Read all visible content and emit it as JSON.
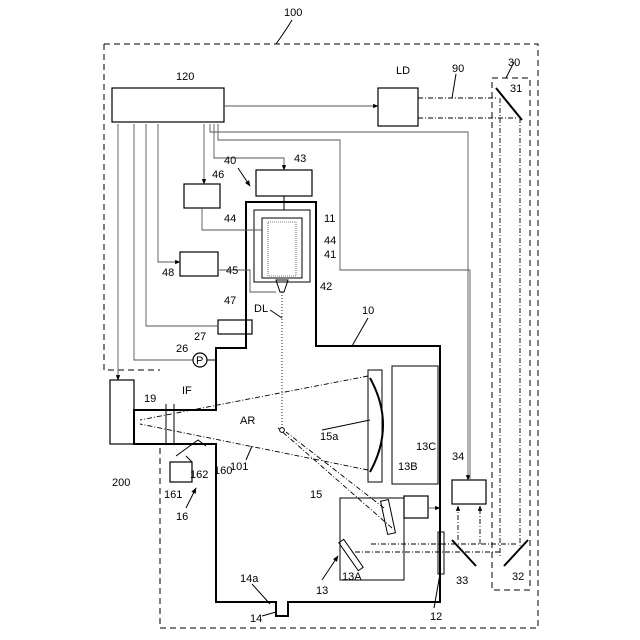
{
  "diagram": {
    "labels": {
      "l100": "100",
      "l120": "120",
      "lLD": "LD",
      "l90": "90",
      "l30": "30",
      "l31": "31",
      "l40": "40",
      "l43": "43",
      "l46": "46",
      "l44a": "44",
      "l11": "11",
      "l44b": "44",
      "l41": "41",
      "l48": "48",
      "l45": "45",
      "l42": "42",
      "l47": "47",
      "lDL": "DL",
      "l10": "10",
      "l27": "27",
      "l26": "26",
      "lP": "P",
      "l19": "19",
      "lIF": "IF",
      "l200": "200",
      "lAR": "AR",
      "l15a": "15a",
      "l13C": "13C",
      "l34": "34",
      "l13B": "13B",
      "l101": "101",
      "l160": "160",
      "l162": "162",
      "l161": "161",
      "l15": "15",
      "l16": "16",
      "l13A": "13A",
      "l13": "13",
      "l33": "33",
      "l32": "32",
      "l14a": "14a",
      "l14": "14",
      "l12": "12"
    }
  }
}
